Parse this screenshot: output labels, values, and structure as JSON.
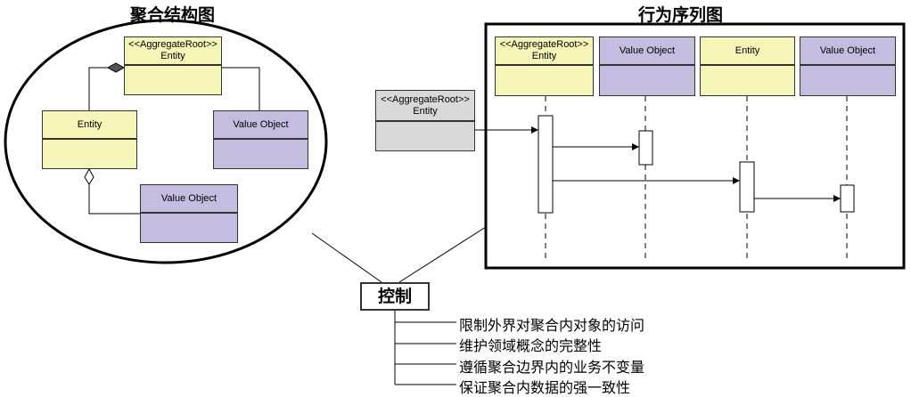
{
  "titles": {
    "aggregate_structure": "聚合结构图",
    "sequence": "行为序列图"
  },
  "structure": {
    "root_stereotype": "<<AggregateRoot>>",
    "root_name": "Entity",
    "entity_name": "Entity",
    "value_object_1": "Value Object",
    "value_object_2": "Value Object"
  },
  "external": {
    "stereotype": "<<AggregateRoot>>",
    "name": "Entity"
  },
  "sequence": {
    "lifelines": [
      {
        "stereotype": "<<AggregateRoot>>",
        "name": "Entity"
      },
      {
        "stereotype": "",
        "name": "Value Object"
      },
      {
        "stereotype": "",
        "name": "Entity"
      },
      {
        "stereotype": "",
        "name": "Value Object"
      }
    ]
  },
  "control": {
    "label": "控制",
    "items": [
      "限制外界对聚合内对象的访问",
      "维护领域概念的完整性",
      "遵循聚合边界内的业务不变量",
      "保证聚合内数据的强一致性"
    ]
  },
  "colors": {
    "root_fill": "#f5f5b8",
    "value_object_fill": "#c4bde0",
    "external_fill": "#d9d9d9"
  }
}
